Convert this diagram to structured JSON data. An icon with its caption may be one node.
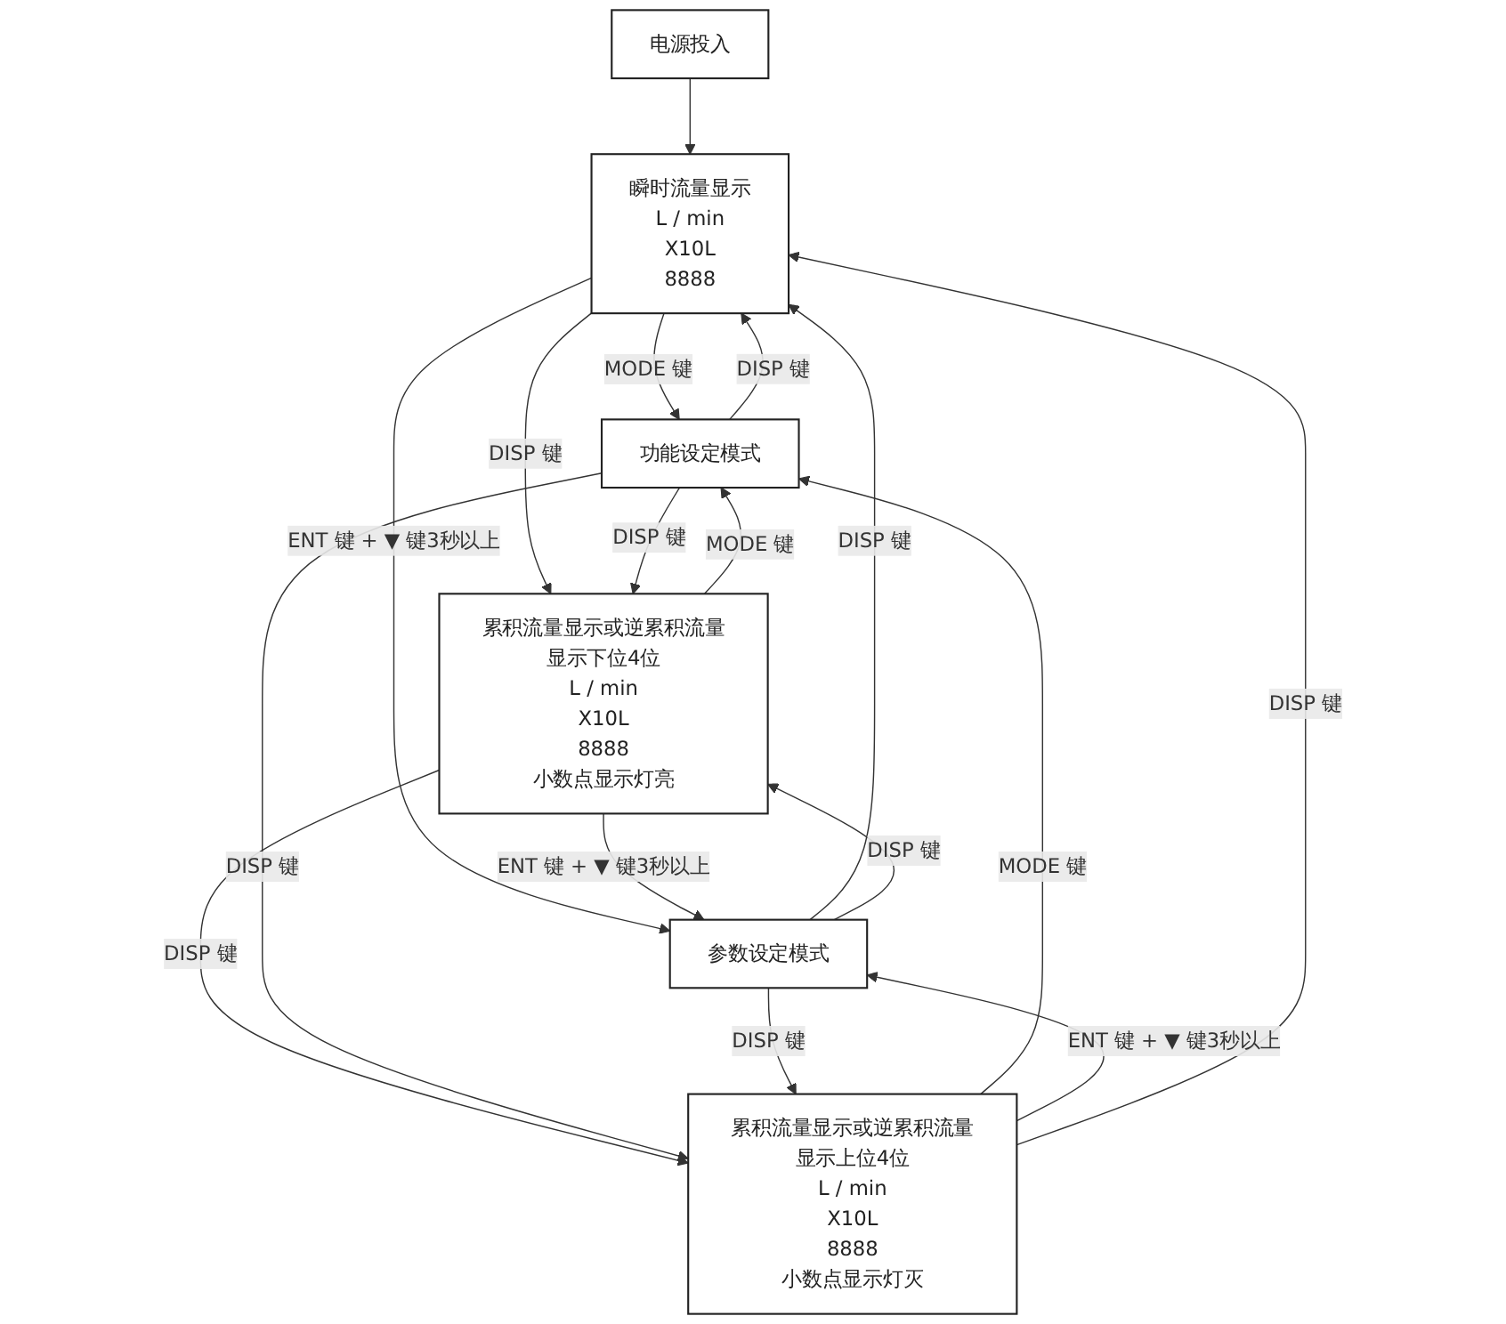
{
  "diagram": {
    "nodes": [
      {
        "text": [
          "电源投入"
        ]
      },
      {
        "text": [
          "瞬时流量显示",
          "L / min",
          "X10L",
          "8888"
        ]
      },
      {
        "text": [
          "累积流量显示或逆累积流量显示下位4位",
          "L / min",
          "X10L",
          "8888",
          "小数点显示灯亮"
        ]
      },
      {
        "text": [
          "累积流量显示或逆累积流量显示上位4位",
          "L / min",
          "X10L",
          "8888",
          "小数点显示灯灭"
        ]
      },
      {
        "text": [
          "功能设定模式"
        ]
      },
      {
        "text": [
          "参数设定模式"
        ]
      }
    ],
    "edges": [
      {
        "from": 0,
        "to": 1,
        "arrow": "to"
      },
      {
        "from": 1,
        "to": 4,
        "arrow": "to",
        "label": "MODE 键"
      },
      {
        "from": 4,
        "to": 1,
        "arrow": "to",
        "label": "DISP 键"
      },
      {
        "from": 1,
        "to": 5,
        "arrow": "to",
        "label": "ENT 键 + ▼ 键3秒以上"
      },
      {
        "from": 5,
        "to": 1,
        "arrow": "to",
        "label": "DISP 键"
      },
      {
        "from": 1,
        "to": 2,
        "arrow": "to",
        "label": "DISP 键"
      },
      {
        "from": 2,
        "to": 4,
        "arrow": "to",
        "label": "MODE 键"
      },
      {
        "from": 4,
        "to": 2,
        "arrow": "to",
        "label": "DISP 键"
      },
      {
        "from": 2,
        "to": 5,
        "arrow": "to",
        "label": "ENT 键 + ▼ 键3秒以上"
      },
      {
        "from": 5,
        "to": 2,
        "arrow": "to",
        "label": "DISP 键"
      },
      {
        "from": 2,
        "to": 3,
        "arrow": "to",
        "label": "DISP 键"
      },
      {
        "from": 3,
        "to": 4,
        "arrow": "to",
        "label": "MODE 键"
      },
      {
        "from": 4,
        "to": 3,
        "arrow": "to",
        "label": "DISP 键"
      },
      {
        "from": 3,
        "to": 5,
        "arrow": "to",
        "label": "ENT 键 + ▼ 键3秒以上"
      },
      {
        "from": 5,
        "to": 3,
        "arrow": "to",
        "label": "DISP 键"
      },
      {
        "from": 3,
        "to": 1,
        "arrow": "to",
        "label": "DISP 键"
      }
    ]
  }
}
